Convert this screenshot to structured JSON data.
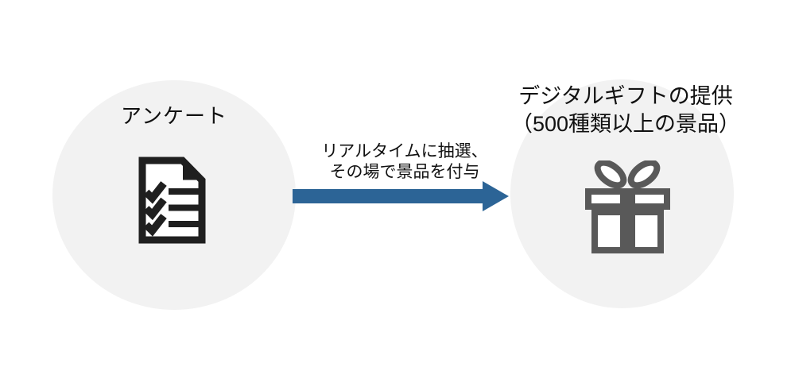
{
  "diagram": {
    "left_node": {
      "label": "アンケート",
      "icon": "survey-checklist-icon"
    },
    "flow": {
      "label_lines": [
        "リアルタイムに抽選、",
        "その場で景品を付与"
      ],
      "icon": "right-arrow-icon",
      "direction": "left-to-right"
    },
    "right_node": {
      "title_lines": [
        "デジタルギフトの提供",
        "（500種類以上の景品）"
      ],
      "icon": "gift-icon"
    }
  },
  "colors": {
    "background": "#ffffff",
    "circle_fill": "#f2f2f2",
    "arrow_blue": "#2c6496",
    "document_icon": "#1f1f1f",
    "gift_icon": "#595959",
    "text": "#111111"
  }
}
